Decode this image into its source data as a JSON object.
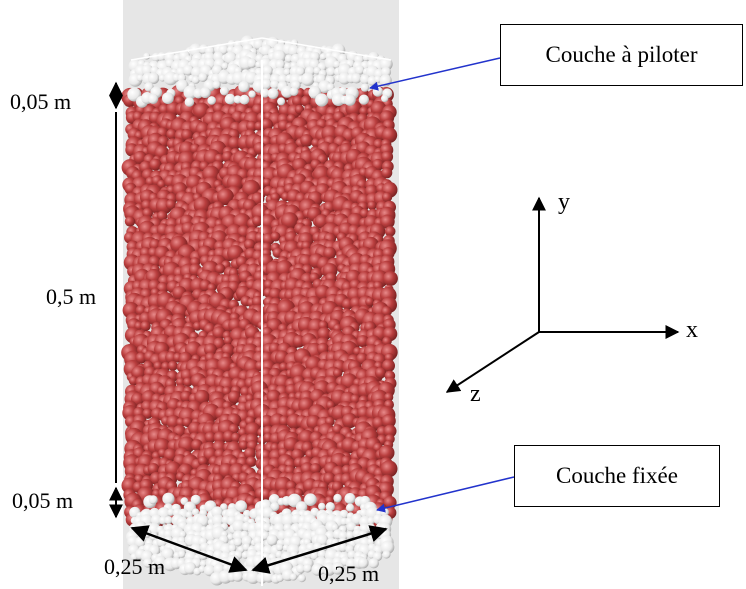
{
  "labels": {
    "top_layer": "Couche à piloter",
    "bottom_layer": "Couche fixée",
    "dim_top": "0,05 m",
    "dim_middle": "0,5 m",
    "dim_bottom": "0,05 m",
    "dim_width_left": "0,25 m",
    "dim_width_right": "0,25 m",
    "axis_x": "x",
    "axis_y": "y",
    "axis_z": "z"
  },
  "colors": {
    "background_panel": "#e6e6e6",
    "red_particles": "#b23a3a",
    "white_particles": "#f2f2f2",
    "pointer_lines": "#2233cc"
  }
}
